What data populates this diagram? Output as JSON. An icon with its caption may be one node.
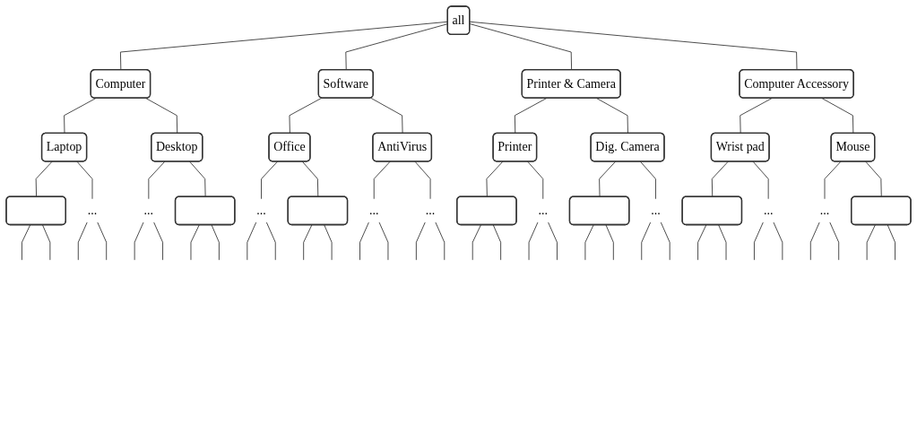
{
  "diagram": {
    "nodes": [
      {
        "text": [
          "all"
        ]
      },
      {
        "text": [
          "Computer"
        ]
      },
      {
        "text": [
          "Software"
        ]
      },
      {
        "text": [
          "Printer & Camera"
        ]
      },
      {
        "text": [
          "Computer Accessory"
        ]
      },
      {
        "text": [
          "Laptop"
        ]
      },
      {
        "text": [
          "Desktop"
        ]
      },
      {
        "text": [
          "Office"
        ]
      },
      {
        "text": [
          "AntiVirus"
        ]
      },
      {
        "text": [
          "Printer"
        ]
      },
      {
        "text": [
          "Dig. Camera"
        ]
      },
      {
        "text": [
          "Wrist pad"
        ]
      },
      {
        "text": [
          "Mouse"
        ]
      },
      {
        "text": [],
        "shape": "box"
      },
      {
        "text": [
          "..."
        ]
      },
      {
        "text": [
          "..."
        ]
      },
      {
        "text": [],
        "shape": "box"
      },
      {
        "text": [
          "..."
        ]
      },
      {
        "text": [],
        "shape": "box"
      },
      {
        "text": [
          "..."
        ]
      },
      {
        "text": [
          "..."
        ]
      },
      {
        "text": [],
        "shape": "box"
      },
      {
        "text": [
          "..."
        ]
      },
      {
        "text": [],
        "shape": "box"
      },
      {
        "text": [
          "..."
        ]
      },
      {
        "text": [],
        "shape": "box"
      },
      {
        "text": [
          "..."
        ]
      },
      {
        "text": [
          "..."
        ]
      },
      {
        "text": [],
        "shape": "box"
      }
    ],
    "edges": [
      {
        "from": 0,
        "to": 1,
        "arrow": "none"
      },
      {
        "from": 0,
        "to": 2,
        "arrow": "none"
      },
      {
        "from": 0,
        "to": 3,
        "arrow": "none"
      },
      {
        "from": 0,
        "to": 4,
        "arrow": "none"
      },
      {
        "from": 1,
        "to": 5,
        "arrow": "none"
      },
      {
        "from": 1,
        "to": 6,
        "arrow": "none"
      },
      {
        "from": 2,
        "to": 7,
        "arrow": "none"
      },
      {
        "from": 2,
        "to": 8,
        "arrow": "none"
      },
      {
        "from": 3,
        "to": 9,
        "arrow": "none"
      },
      {
        "from": 3,
        "to": 10,
        "arrow": "none"
      },
      {
        "from": 4,
        "to": 11,
        "arrow": "none"
      },
      {
        "from": 4,
        "to": 12,
        "arrow": "none"
      },
      {
        "from": 5,
        "to": 13,
        "arrow": "none"
      },
      {
        "from": 5,
        "to": 14,
        "arrow": "none"
      },
      {
        "from": 6,
        "to": 15,
        "arrow": "none"
      },
      {
        "from": 6,
        "to": 16,
        "arrow": "none"
      },
      {
        "from": 7,
        "to": 17,
        "arrow": "none"
      },
      {
        "from": 7,
        "to": 18,
        "arrow": "none"
      },
      {
        "from": 8,
        "to": 19,
        "arrow": "none"
      },
      {
        "from": 8,
        "to": 20,
        "arrow": "none"
      },
      {
        "from": 9,
        "to": 21,
        "arrow": "none"
      },
      {
        "from": 9,
        "to": 22,
        "arrow": "none"
      },
      {
        "from": 10,
        "to": 23,
        "arrow": "none"
      },
      {
        "from": 10,
        "to": 24,
        "arrow": "none"
      },
      {
        "from": 11,
        "to": 25,
        "arrow": "none"
      },
      {
        "from": 11,
        "to": 26,
        "arrow": "none"
      },
      {
        "from": 12,
        "to": 27,
        "arrow": "none"
      },
      {
        "from": 12,
        "to": 28,
        "arrow": "none"
      },
      {
        "from": 13,
        "to": null,
        "arrow": "none"
      },
      {
        "from": 13,
        "to": null,
        "arrow": "none"
      },
      {
        "from": 14,
        "to": null,
        "arrow": "none"
      },
      {
        "from": 14,
        "to": null,
        "arrow": "none"
      },
      {
        "from": 15,
        "to": null,
        "arrow": "none"
      },
      {
        "from": 15,
        "to": null,
        "arrow": "none"
      },
      {
        "from": 16,
        "to": null,
        "arrow": "none"
      },
      {
        "from": 16,
        "to": null,
        "arrow": "none"
      },
      {
        "from": 17,
        "to": null,
        "arrow": "none"
      },
      {
        "from": 17,
        "to": null,
        "arrow": "none"
      },
      {
        "from": 18,
        "to": null,
        "arrow": "none"
      },
      {
        "from": 18,
        "to": null,
        "arrow": "none"
      },
      {
        "from": 19,
        "to": null,
        "arrow": "none"
      },
      {
        "from": 19,
        "to": null,
        "arrow": "none"
      },
      {
        "from": 20,
        "to": null,
        "arrow": "none"
      },
      {
        "from": 20,
        "to": null,
        "arrow": "none"
      },
      {
        "from": 21,
        "to": null,
        "arrow": "none"
      },
      {
        "from": 21,
        "to": null,
        "arrow": "none"
      },
      {
        "from": 22,
        "to": null,
        "arrow": "none"
      },
      {
        "from": 22,
        "to": null,
        "arrow": "none"
      },
      {
        "from": 23,
        "to": null,
        "arrow": "none"
      },
      {
        "from": 23,
        "to": null,
        "arrow": "none"
      },
      {
        "from": 24,
        "to": null,
        "arrow": "none"
      },
      {
        "from": 24,
        "to": null,
        "arrow": "none"
      },
      {
        "from": 25,
        "to": null,
        "arrow": "none"
      },
      {
        "from": 25,
        "to": null,
        "arrow": "none"
      },
      {
        "from": 26,
        "to": null,
        "arrow": "none"
      },
      {
        "from": 26,
        "to": null,
        "arrow": "none"
      },
      {
        "from": 27,
        "to": null,
        "arrow": "none"
      },
      {
        "from": 27,
        "to": null,
        "arrow": "none"
      },
      {
        "from": 28,
        "to": null,
        "arrow": "none"
      },
      {
        "from": 28,
        "to": null,
        "arrow": "none"
      }
    ]
  }
}
